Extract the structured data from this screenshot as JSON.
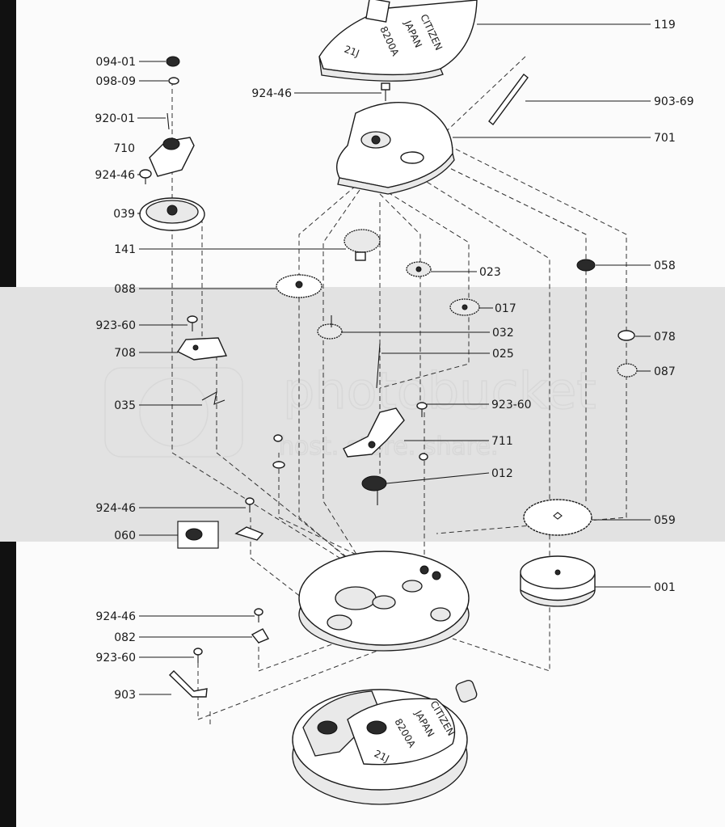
{
  "diagram": {
    "labels": [
      {
        "id": "119",
        "text": "119",
        "side": "right"
      },
      {
        "id": "903-69",
        "text": "903-69",
        "side": "right"
      },
      {
        "id": "701",
        "text": "701",
        "side": "right"
      },
      {
        "id": "058",
        "text": "058",
        "side": "right"
      },
      {
        "id": "023",
        "text": "023",
        "side": "right"
      },
      {
        "id": "017",
        "text": "017",
        "side": "right"
      },
      {
        "id": "032",
        "text": "032",
        "side": "right"
      },
      {
        "id": "025",
        "text": "025",
        "side": "right"
      },
      {
        "id": "078",
        "text": "078",
        "side": "right"
      },
      {
        "id": "087",
        "text": "087",
        "side": "right"
      },
      {
        "id": "923-60-b",
        "text": "923-60",
        "side": "right"
      },
      {
        "id": "711",
        "text": "711",
        "side": "right"
      },
      {
        "id": "012",
        "text": "012",
        "side": "right"
      },
      {
        "id": "059",
        "text": "059",
        "side": "right"
      },
      {
        "id": "001",
        "text": "001",
        "side": "right"
      },
      {
        "id": "094-01",
        "text": "094-01",
        "side": "left"
      },
      {
        "id": "098-09",
        "text": "098-09",
        "side": "left"
      },
      {
        "id": "924-46-a",
        "text": "924-46",
        "side": "left"
      },
      {
        "id": "920-01",
        "text": "920-01",
        "side": "left"
      },
      {
        "id": "710",
        "text": "710",
        "side": "left"
      },
      {
        "id": "924-46-b",
        "text": "924-46",
        "side": "left"
      },
      {
        "id": "039",
        "text": "039",
        "side": "left"
      },
      {
        "id": "141",
        "text": "141",
        "side": "left"
      },
      {
        "id": "088",
        "text": "088",
        "side": "left"
      },
      {
        "id": "923-60-a",
        "text": "923-60",
        "side": "left"
      },
      {
        "id": "708",
        "text": "708",
        "side": "left"
      },
      {
        "id": "035",
        "text": "035",
        "side": "left"
      },
      {
        "id": "924-46-c",
        "text": "924-46",
        "side": "left"
      },
      {
        "id": "060",
        "text": "060",
        "side": "left"
      },
      {
        "id": "924-46-d",
        "text": "924-46",
        "side": "left"
      },
      {
        "id": "082",
        "text": "082",
        "side": "left"
      },
      {
        "id": "923-60-c",
        "text": "923-60",
        "side": "left"
      },
      {
        "id": "903",
        "text": "903",
        "side": "left"
      }
    ],
    "rotor_text": {
      "brand": "CITIZEN",
      "country": "JAPAN",
      "caliber": "8200A",
      "jewels": "21J"
    },
    "movement_text": {
      "brand": "CITIZEN",
      "country": "JAPAN",
      "caliber": "8200A",
      "jewels": "21J"
    },
    "watermark": {
      "logo": "photobucket",
      "tagline": "host. store. share."
    }
  }
}
